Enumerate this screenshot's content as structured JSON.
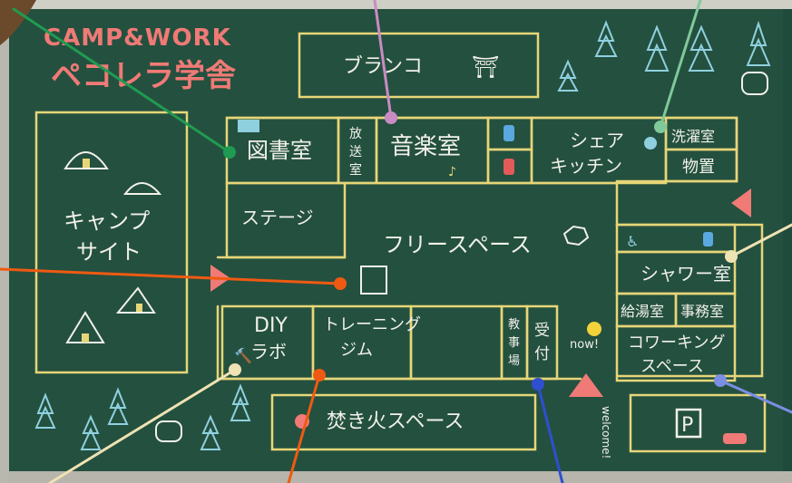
{
  "title": {
    "line1": "CAMP&WORK",
    "line2": "ペコレラ学舎"
  },
  "rooms": {
    "swing": "ブランコ",
    "library": "図書室",
    "broadcast": [
      "放",
      "送",
      "室"
    ],
    "music": "音楽室",
    "share_kitchen": [
      "シェア",
      "キッチン"
    ],
    "laundry": "洗濯室",
    "storage": "物置",
    "stage": "ステージ",
    "free_space": "フリースペース",
    "camp_site": [
      "キャンプ",
      "サイト"
    ],
    "shower": "シャワー室",
    "kyutou": "給湯室",
    "office": "事務室",
    "coworking": [
      "コワーキング",
      "スペース"
    ],
    "diy_lab": [
      "DIY",
      "ラボ"
    ],
    "training_gym": [
      "トレーニング",
      "ジム"
    ],
    "teachers_room": [
      "教",
      "事",
      "場"
    ],
    "reception": [
      "受",
      "付"
    ],
    "bonfire": "焚き火スペース",
    "parking": "P"
  },
  "doodles": {
    "now": "now!",
    "welcome": "welcome!"
  },
  "colors": {
    "board": "#1f4b3c",
    "chalk_yellow": "#e7d678",
    "chalk_white": "#f1f1ea",
    "chalk_pink": "#f07a76",
    "chalk_blue": "#8fd0df",
    "pin_green": "#1f9b51",
    "pin_purple": "#c98bc4",
    "pin_teal": "#7fc99b",
    "pin_orange": "#ef5a12",
    "pin_cream": "#efe2b3",
    "pin_blue": "#7b8ee3",
    "pin_navy": "#2f4fd0"
  }
}
